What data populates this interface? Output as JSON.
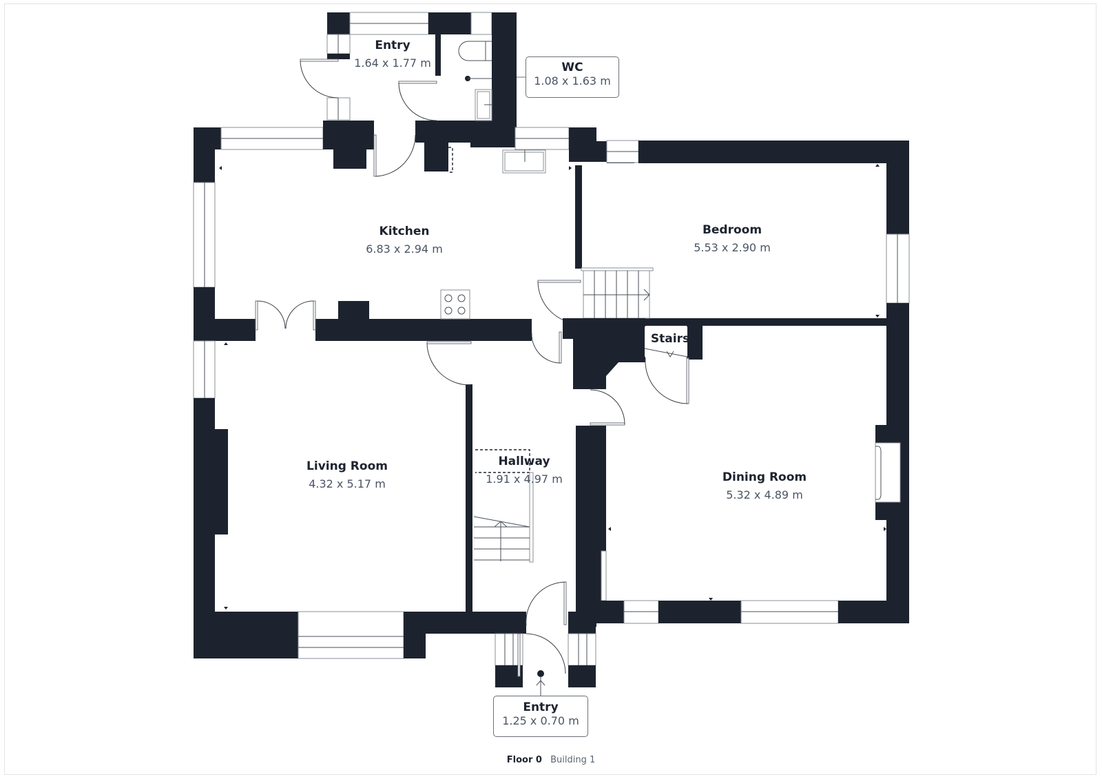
{
  "plan": {
    "colors": {
      "wall": "#1d232e",
      "text_primary": "#1d232e",
      "text_secondary": "#4a5566",
      "background": "#ffffff"
    },
    "rooms": [
      {
        "id": "entry_top",
        "name": "Entry",
        "dimensions": "1.64 x 1.77 m"
      },
      {
        "id": "wc",
        "name": "WC",
        "dimensions": "1.08 x 1.63 m"
      },
      {
        "id": "kitchen",
        "name": "Kitchen",
        "dimensions": "6.83 x 2.94 m"
      },
      {
        "id": "bedroom",
        "name": "Bedroom",
        "dimensions": "5.53 x 2.90 m"
      },
      {
        "id": "stairs",
        "name": "Stairs",
        "dimensions": ""
      },
      {
        "id": "living_room",
        "name": "Living Room",
        "dimensions": "4.32 x 5.17 m"
      },
      {
        "id": "hallway",
        "name": "Hallway",
        "dimensions": "1.91 x 4.97 m"
      },
      {
        "id": "dining_room",
        "name": "Dining Room",
        "dimensions": "5.32 x 4.89 m"
      },
      {
        "id": "entry_bottom",
        "name": "Entry",
        "dimensions": "1.25 x 0.70 m"
      }
    ],
    "fixtures": [
      "toilet",
      "wash-basin",
      "kitchen-sink",
      "hob",
      "staircase-hallway",
      "staircase-bedroom",
      "fireplace"
    ]
  },
  "footer": {
    "floor": "Floor 0",
    "building": "Building 1"
  }
}
